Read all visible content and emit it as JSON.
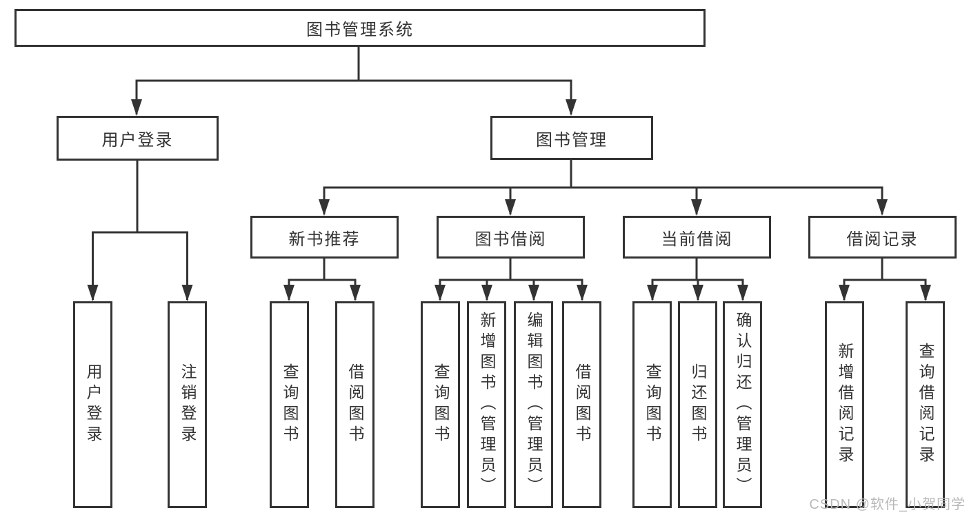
{
  "tree": {
    "root": {
      "label": "图书管理系统",
      "children": [
        {
          "label": "用户登录",
          "children": [
            {
              "label": "用户登录"
            },
            {
              "label": "注销登录"
            }
          ]
        },
        {
          "label": "图书管理",
          "children": [
            {
              "label": "新书推荐",
              "children": [
                {
                  "label": "查询图书"
                },
                {
                  "label": "借阅图书"
                }
              ]
            },
            {
              "label": "图书借阅",
              "children": [
                {
                  "label": "查询图书"
                },
                {
                  "label": "新增图书（管理员）"
                },
                {
                  "label": "编辑图书（管理员）"
                },
                {
                  "label": "借阅图书"
                }
              ]
            },
            {
              "label": "当前借阅",
              "children": [
                {
                  "label": "查询图书"
                },
                {
                  "label": "归还图书"
                },
                {
                  "label": "确认归还（管理员）"
                }
              ]
            },
            {
              "label": "借阅记录",
              "children": [
                {
                  "label": "新增借阅记录"
                },
                {
                  "label": "查询借阅记录"
                }
              ]
            }
          ]
        }
      ]
    }
  },
  "watermark": "CSDN @软件_小贺同学",
  "colors": {
    "line": "#333333",
    "text": "#333333",
    "watermark": "#b9b9b9",
    "background": "#ffffff"
  }
}
